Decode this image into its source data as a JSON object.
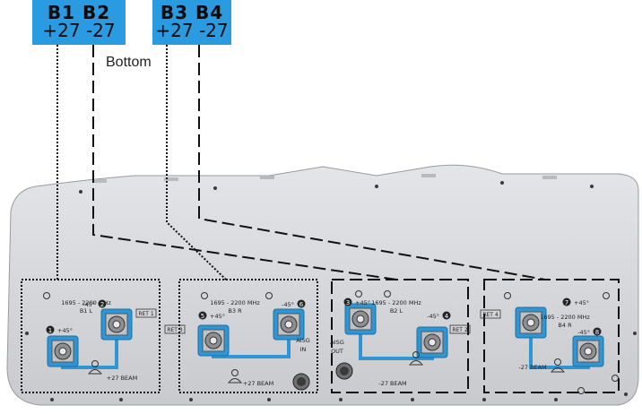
{
  "labels": [
    {
      "row1": "B1  B2",
      "row2": "+27 -27"
    },
    {
      "row1": "B3  B4",
      "row2": "+27 -27"
    }
  ],
  "bottom_label": "Bottom",
  "panel": {
    "sections": [
      {
        "band": "1695 - 2200 MHz",
        "sub": "B1   L",
        "ret": "RET 1",
        "beam": "+27 BEAM",
        "port_a": "+45°",
        "port_b": "-45°",
        "num_a": "1",
        "num_b": "2"
      },
      {
        "band": "1695 - 2200 MHz",
        "sub": "B3   R",
        "ret": "RET 3",
        "beam": "+27 BEAM",
        "port_a": "+45°",
        "port_b": "-45°",
        "num_a": "5",
        "num_b": "6",
        "aisg": "AISG",
        "aisg2": "IN"
      },
      {
        "band": "1695 - 2200 MHz",
        "sub": "B2   L",
        "ret": "RET 2",
        "beam": "-27 BEAM",
        "port_a": "+45°",
        "port_b": "-45°",
        "num_a": "3",
        "num_b": "4",
        "aisg": "AISG",
        "aisg2": "OUT"
      },
      {
        "band": "1695 - 2200 MHz",
        "sub": "B4   R",
        "ret": "RET 4",
        "beam": "-27 BEAM",
        "port_a": "+45°",
        "port_b": "-45°",
        "num_a": "7",
        "num_b": "8"
      }
    ]
  },
  "colors": {
    "label_bg": "#2a9be0",
    "panel": "#dcdde0",
    "cable": "#2f96d6"
  }
}
